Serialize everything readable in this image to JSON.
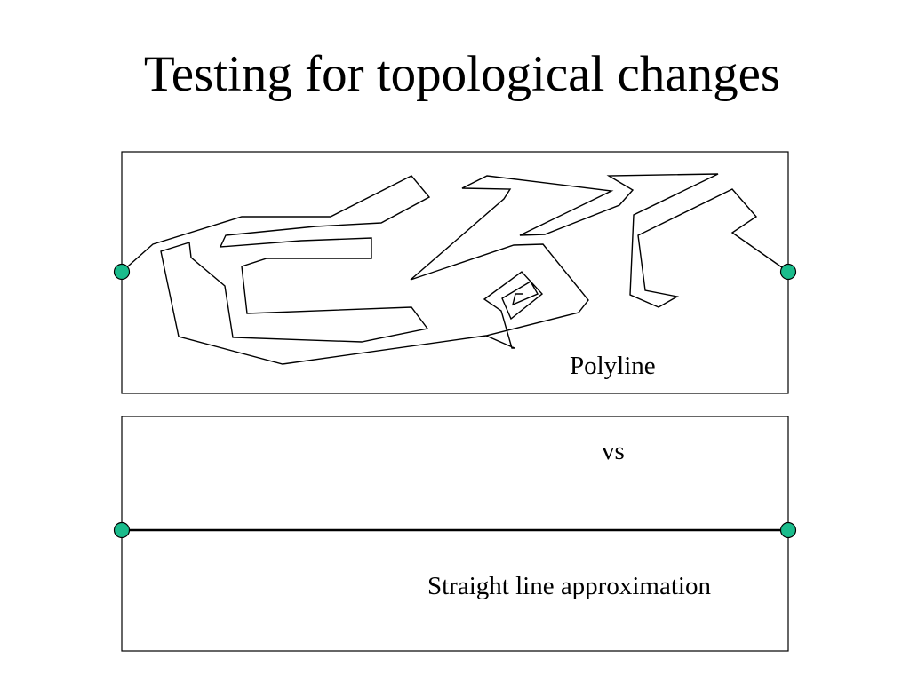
{
  "slide": {
    "title": "Testing for topological changes"
  },
  "panels": {
    "polyline": {
      "label": "Polyline"
    },
    "straight": {
      "top_label": "vs",
      "label": "Straight line approximation"
    }
  },
  "colors": {
    "endpoint_fill": "#1abc8c",
    "line": "#000000",
    "background": "#ffffff"
  }
}
